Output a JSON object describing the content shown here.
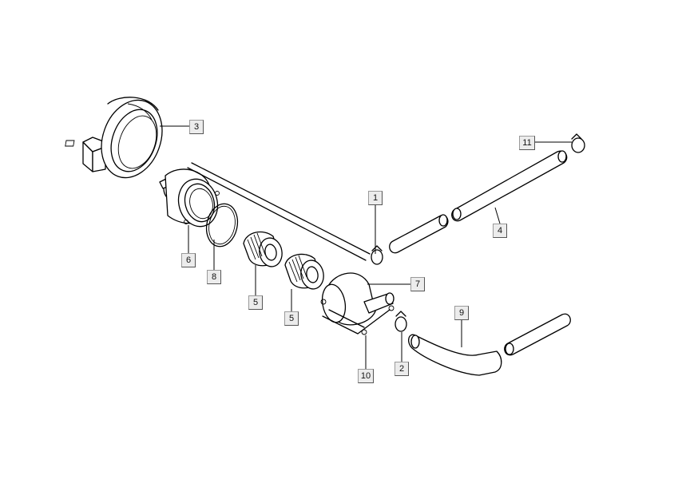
{
  "callouts": [
    {
      "id": "1",
      "label": "1"
    },
    {
      "id": "2",
      "label": "2"
    },
    {
      "id": "3",
      "label": "3"
    },
    {
      "id": "4",
      "label": "4"
    },
    {
      "id": "5a",
      "label": "5"
    },
    {
      "id": "5b",
      "label": "5"
    },
    {
      "id": "6",
      "label": "6"
    },
    {
      "id": "7",
      "label": "7"
    },
    {
      "id": "8",
      "label": "8"
    },
    {
      "id": "9",
      "label": "9"
    },
    {
      "id": "10",
      "label": "10"
    },
    {
      "id": "11",
      "label": "11"
    }
  ],
  "colors": {
    "line": "#000000",
    "callout_bg": "#ececec",
    "callout_border": "#9a9a9a"
  }
}
